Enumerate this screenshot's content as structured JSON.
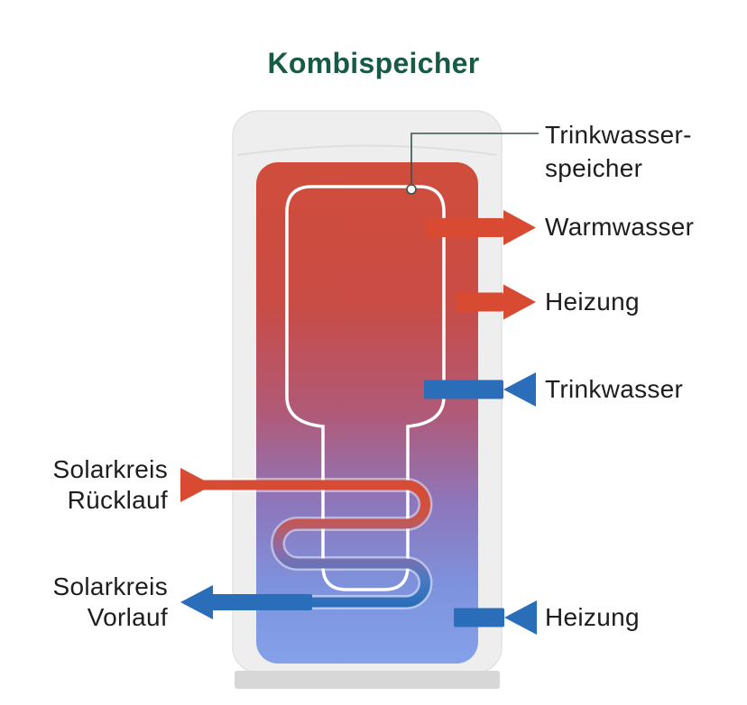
{
  "title": "Kombispeicher",
  "tank": {
    "inner_vessel_label": {
      "line1": "Trinkwasser-",
      "line2": "speicher"
    }
  },
  "ports_right": [
    {
      "label": "Warmwasser",
      "flow": "out",
      "temp": "hot"
    },
    {
      "label": "Heizung",
      "flow": "out",
      "temp": "hot"
    },
    {
      "label": "Trinkwasser",
      "flow": "in",
      "temp": "cold"
    },
    {
      "label": "Heizung",
      "flow": "in",
      "temp": "cold"
    }
  ],
  "ports_left": [
    {
      "line1": "Solarkreis",
      "line2": "Rücklauf",
      "flow": "in",
      "temp": "hot"
    },
    {
      "line1": "Solarkreis",
      "line2": "Vorlauf",
      "flow": "out",
      "temp": "cold"
    }
  ],
  "colors": {
    "title": "#175a45",
    "text": "#1d1d1d",
    "hot": "#d84a32",
    "cold": "#2a6db9",
    "pointer": "#35544c",
    "tank_body": "#eeeeee",
    "tank_base": "#d7d7d7",
    "gradient": [
      "#d04d3b",
      "#c94c45",
      "#b05a78",
      "#8d76bb",
      "#7e93de",
      "#84a1e9"
    ],
    "coil": [
      "#d84a32",
      "#cd5342",
      "#8f6ba7",
      "#477ac2",
      "#2a6db9"
    ]
  }
}
